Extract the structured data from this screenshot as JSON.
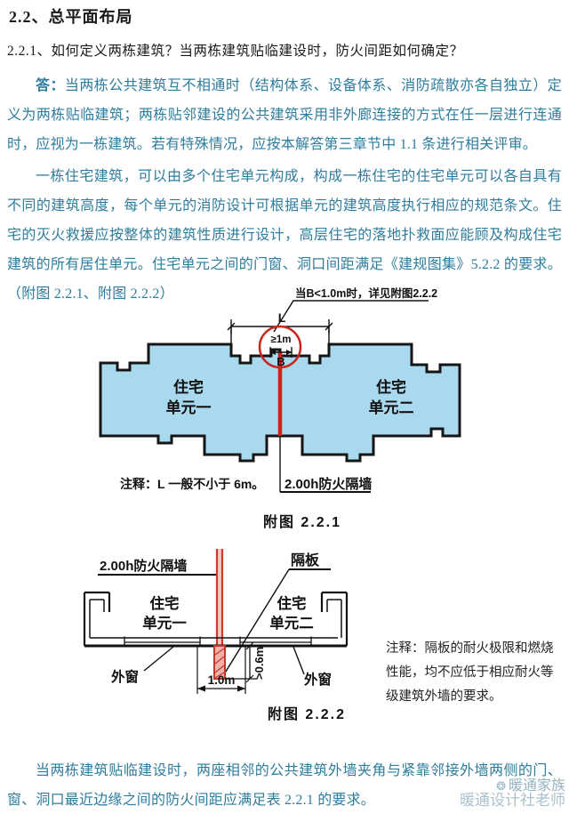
{
  "document": {
    "section_title": "2.2、总平面布局",
    "question": "2.2.1、如何定义两栋建筑？当两栋建筑贴临建设时，防火间距如何确定？",
    "answer_label": "答：",
    "paragraph1": "当两栋公共建筑互不相通时（结构体系、设备体系、消防疏散亦各自独立）定义为两栋贴临建筑；两栋贴邻建设的公共建筑采用非外廊连接的方式在任一层进行连通时，应视为一栋建筑。若有特殊情况，应按本解答第三章节中 1.1 条进行相关评审。",
    "paragraph2": "一栋住宅建筑，可以由多个住宅单元构成，构成一栋住宅的住宅单元可以各自具有不同的建筑高度，每个单元的消防设计可根据单元的建筑高度执行相应的规范条文。住宅的灭火救援应按整体的建筑性质进行设计，高层住宅的落地扑救面应能顾及构成住宅建筑的所有居住单元。住宅单元之间的门窗、洞口间距满足《建规图集》5.2.2 的要求。（附图 2.2.1、附图 2.2.2）",
    "paragraph3": "当两栋建筑贴临建设时，两座相邻的公共建筑外墙夹角与紧靠邻接外墙两侧的门、窗、洞口最近边缘之间的防火间距应满足表 2.2.1 的要求。"
  },
  "figure1": {
    "callout": "当B<1.0m时，详见附图2.2.2",
    "dim_l_label": "L",
    "dim_b_min": "≥1m",
    "dim_b_label": "B",
    "unit1_name": "住宅",
    "unit1_number": "单元一",
    "unit2_name": "住宅",
    "unit2_number": "单元二",
    "firewall_label": "2.00h防火隔墙",
    "note": "注释：L 一般不小于 6m。",
    "caption": "附图 2.2.1"
  },
  "figure2": {
    "firewall_label": "2.00h防火隔墙",
    "board_label": "隔板",
    "unit1_name": "住宅",
    "unit1_number": "单元一",
    "unit2_name": "住宅",
    "unit2_number": "单元二",
    "window_left_label": "外窗",
    "window_right_label": "外窗",
    "dim_window_gap": "1.0m",
    "dim_board_depth": ">0.6m",
    "note": "注释：隔板的耐火极限和燃烧性能，均不应低于相应耐火等级建筑外墙的要求。",
    "caption": "附图 2.2.2"
  },
  "watermark": {
    "line1": "暖通家族",
    "line2": "暖通设计社老师"
  },
  "colors": {
    "body_text": "#2e7d9e",
    "heading_text": "#1a1a1a",
    "building_fill": "#a9d9ee",
    "fire_red": "#c9251c",
    "watermark": "#7da0b2"
  }
}
